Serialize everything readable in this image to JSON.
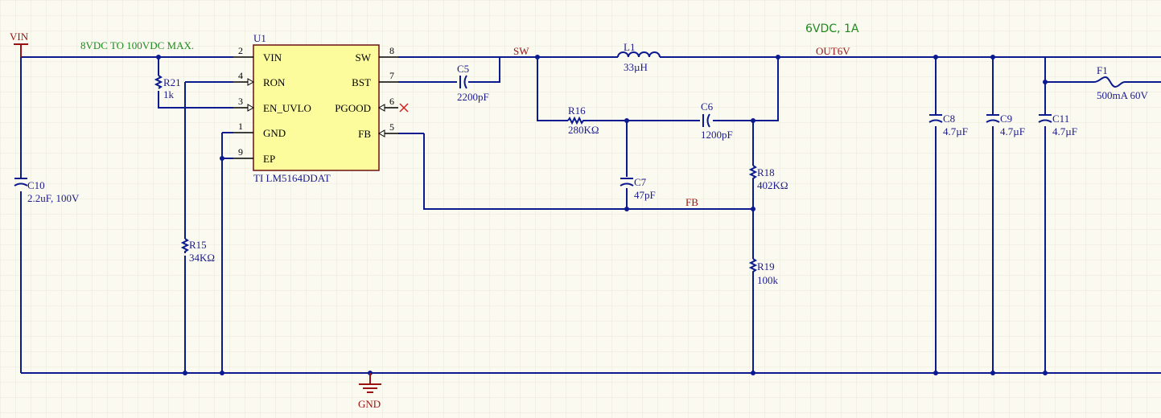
{
  "notes": {
    "input_range": "8VDC TO 100VDC MAX.",
    "output_spec": "6VDC, 1A"
  },
  "power_ports": {
    "vin": "VIN",
    "gnd": "GND"
  },
  "nets": {
    "sw": "SW",
    "out": "OUT6V",
    "fb": "FB"
  },
  "ic": {
    "designator": "U1",
    "part": "TI LM5164DDAT",
    "left_pins": [
      {
        "num": "2",
        "name": "VIN"
      },
      {
        "num": "4",
        "name": "RON"
      },
      {
        "num": "3",
        "name": "EN_UVLO"
      },
      {
        "num": "1",
        "name": "GND"
      },
      {
        "num": "9",
        "name": "EP"
      }
    ],
    "right_pins": [
      {
        "num": "8",
        "name": "SW"
      },
      {
        "num": "7",
        "name": "BST"
      },
      {
        "num": "6",
        "name": "PGOOD"
      },
      {
        "num": "5",
        "name": "FB"
      }
    ]
  },
  "components": {
    "r21": {
      "ref": "R21",
      "value": "1k"
    },
    "r15": {
      "ref": "R15",
      "value": "34KΩ"
    },
    "c10": {
      "ref": "C10",
      "value": "2.2uF, 100V"
    },
    "c5": {
      "ref": "C5",
      "value": "2200pF"
    },
    "l1": {
      "ref": "L1",
      "value": "33µH"
    },
    "r16": {
      "ref": "R16",
      "value": "280KΩ"
    },
    "c6": {
      "ref": "C6",
      "value": "1200pF"
    },
    "c7": {
      "ref": "C7",
      "value": "47pF"
    },
    "r18": {
      "ref": "R18",
      "value": "402KΩ"
    },
    "r19": {
      "ref": "R19",
      "value": "100k"
    },
    "c8": {
      "ref": "C8",
      "value": "4.7µF"
    },
    "c9": {
      "ref": "C9",
      "value": "4.7µF"
    },
    "c11": {
      "ref": "C11",
      "value": "4.7µF"
    },
    "f1": {
      "ref": "F1",
      "value": "500mA 60V"
    }
  },
  "colors": {
    "wire": "#0b1a8f",
    "ic_fill": "#fdfc9c",
    "net_label": "#9b1010",
    "note": "#1f8a1f",
    "grid": "#e9e6d4"
  }
}
